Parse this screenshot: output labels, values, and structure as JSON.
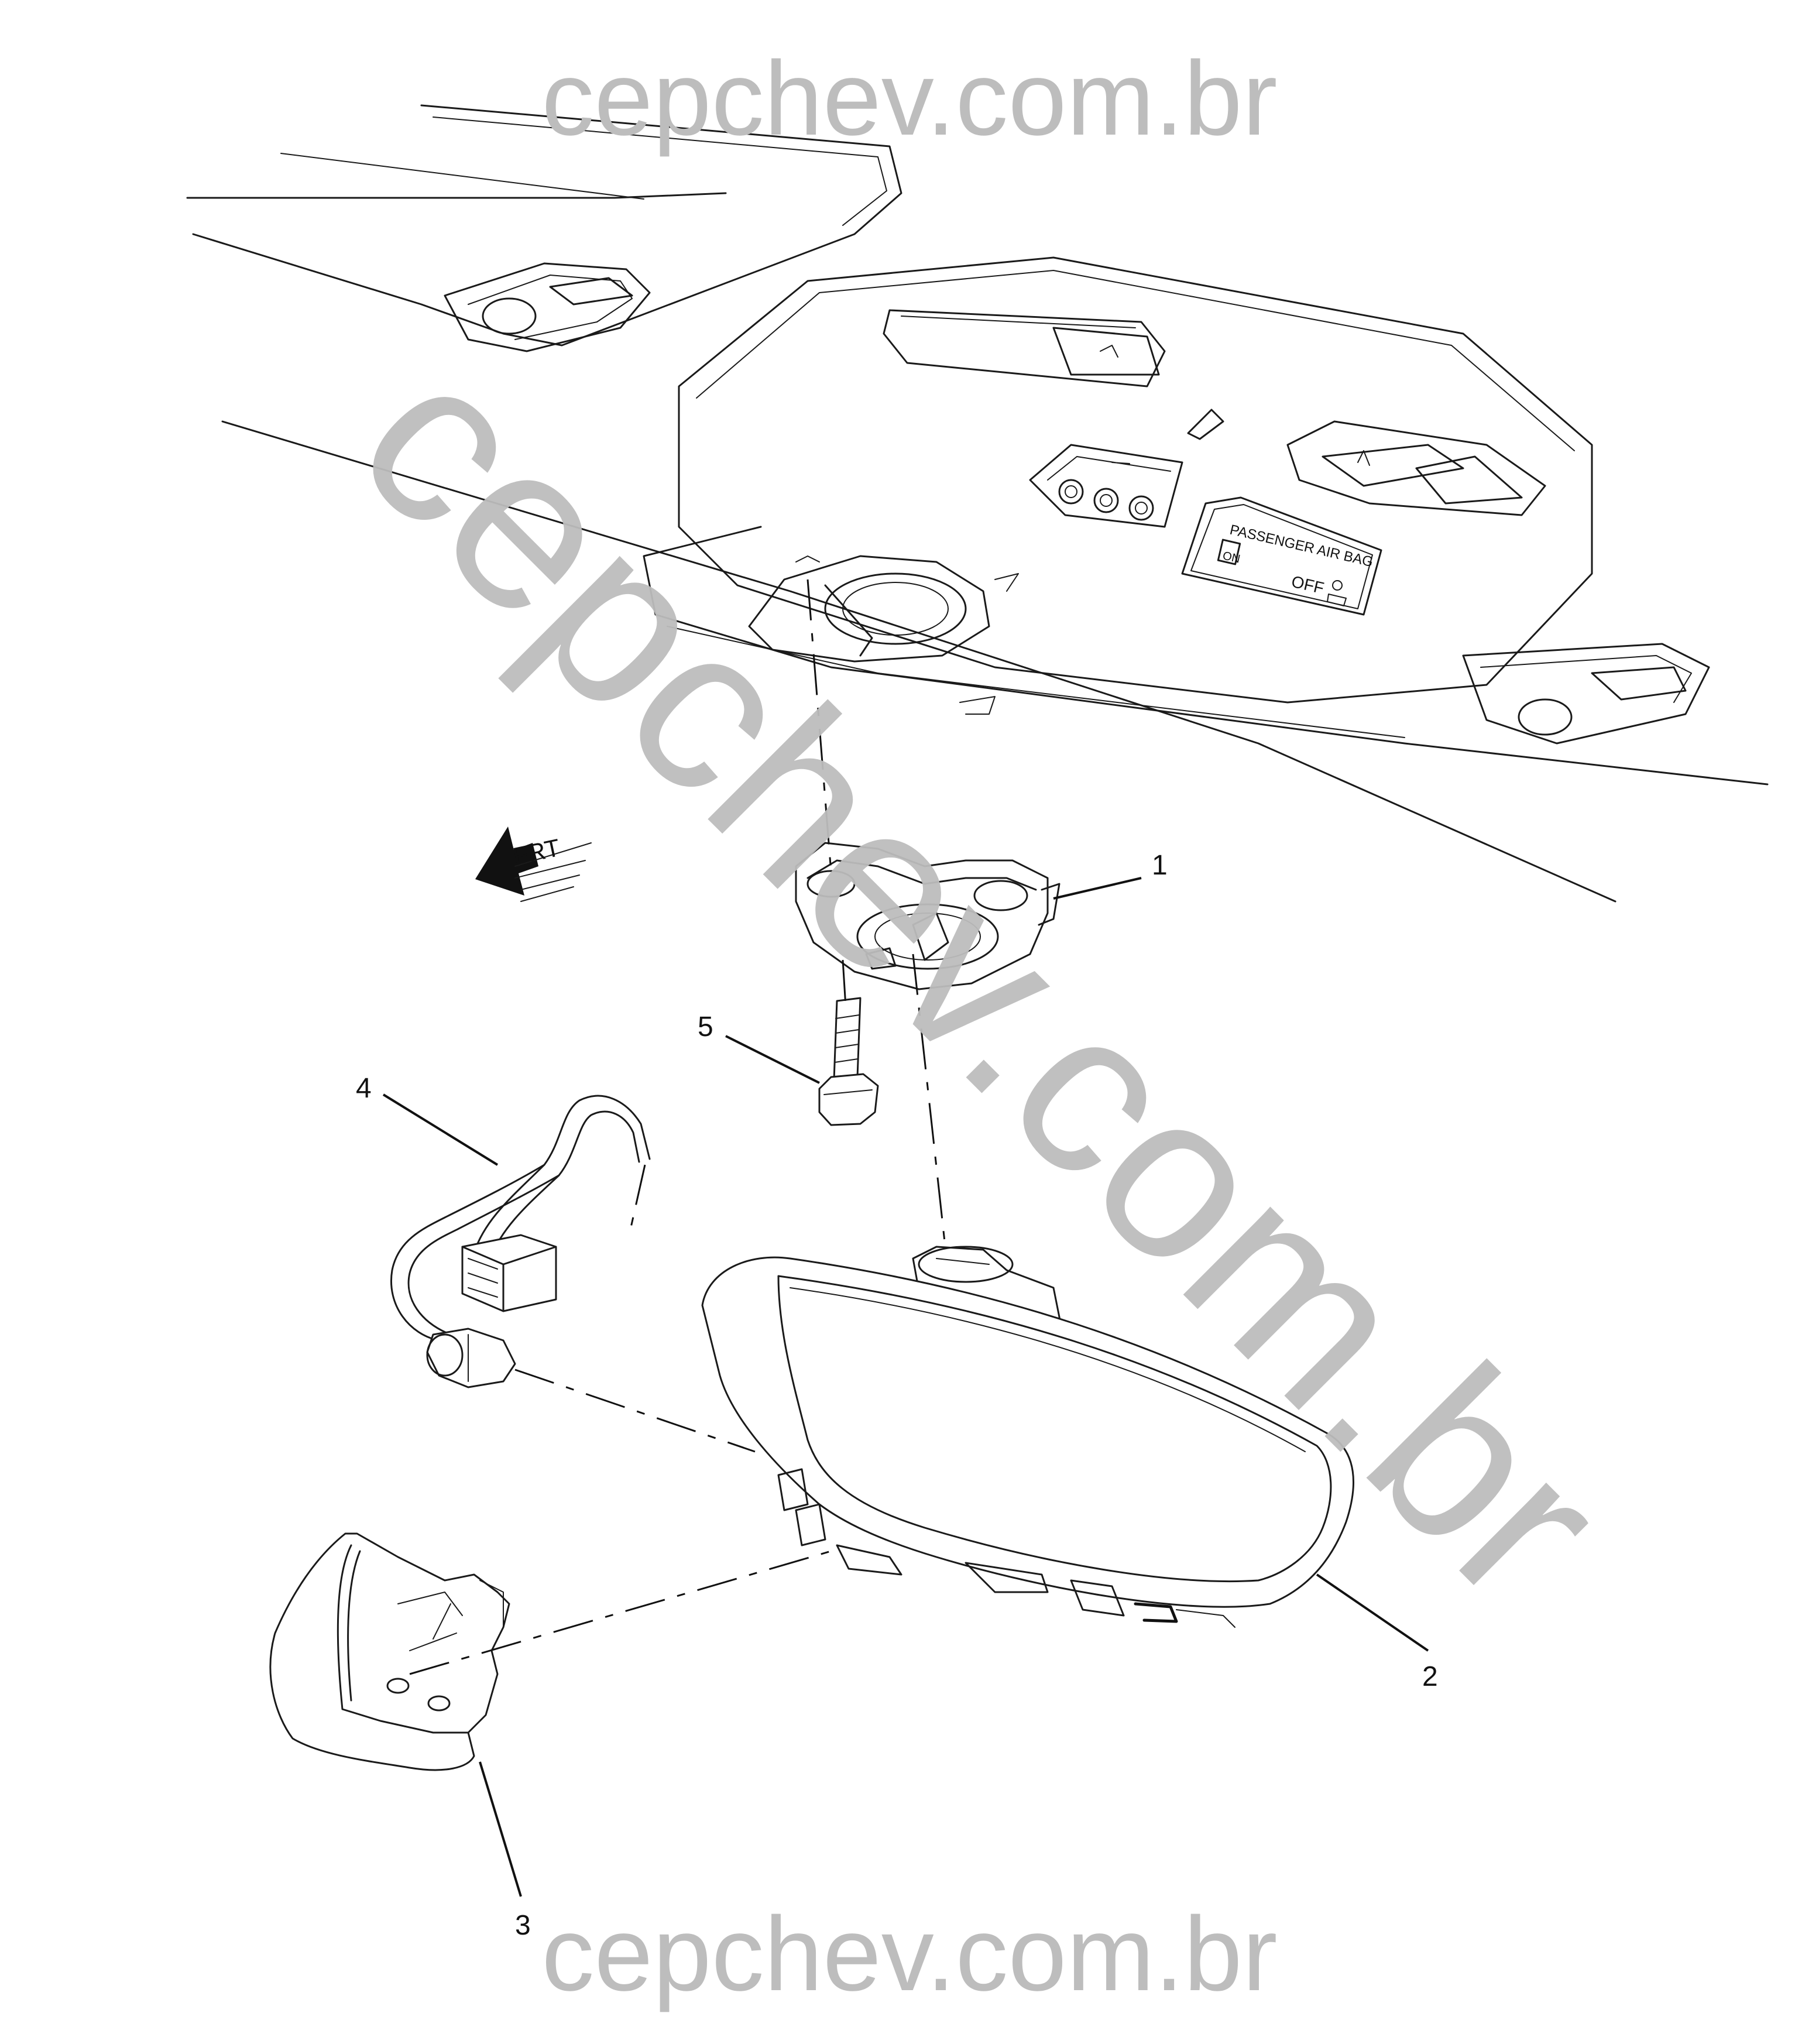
{
  "watermark": {
    "top": "cepchev.com.br",
    "bottom": "cepchev.com.br",
    "diagonal": "cepchev.com.br"
  },
  "console_display": {
    "title": "PASSENGER AIR BAG",
    "on_label": "ON",
    "off_label": "OFF"
  },
  "direction_indicator": "FRT",
  "callouts": [
    "1",
    "2",
    "3",
    "4",
    "5"
  ]
}
